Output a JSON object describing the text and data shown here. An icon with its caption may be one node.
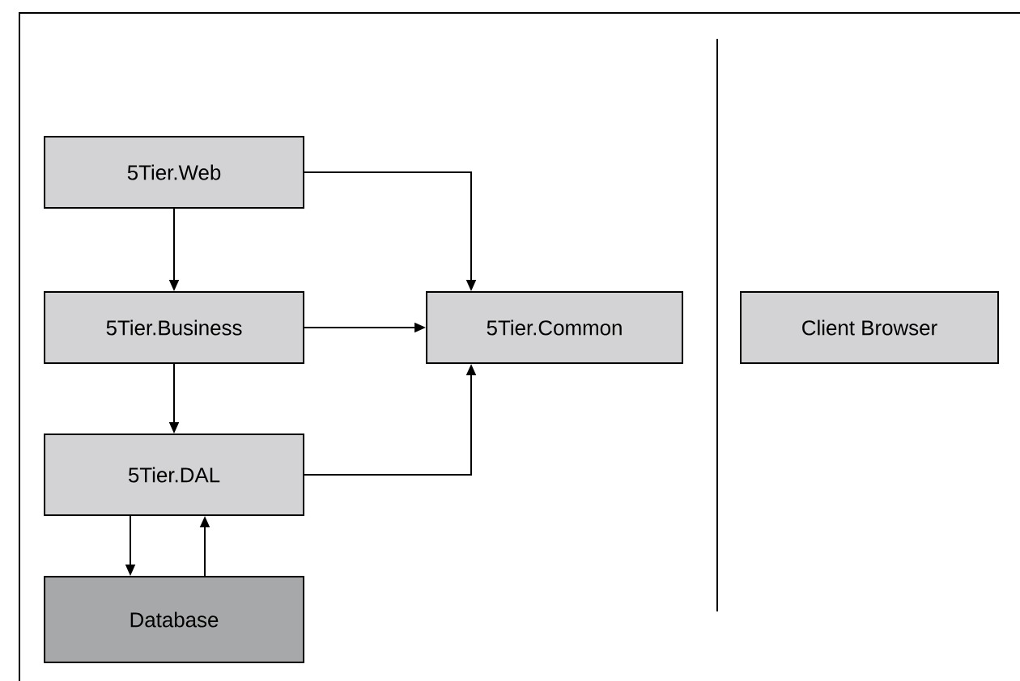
{
  "diagram": {
    "nodes": [
      {
        "text": [
          "5Tier.Web"
        ]
      },
      {
        "text": [
          "5Tier.Business"
        ]
      },
      {
        "text": [
          "5Tier.DAL"
        ]
      },
      {
        "text": [
          "Database"
        ]
      },
      {
        "text": [
          "5Tier.Common"
        ]
      },
      {
        "text": [
          "Client Browser"
        ]
      }
    ],
    "edges": [
      {
        "from": 0,
        "to": 1,
        "arrow": "to"
      },
      {
        "from": 0,
        "to": 4,
        "arrow": "to"
      },
      {
        "from": 1,
        "to": 4,
        "arrow": "to"
      },
      {
        "from": 1,
        "to": 2,
        "arrow": "to"
      },
      {
        "from": 2,
        "to": 3,
        "arrow": "to"
      },
      {
        "from": 3,
        "to": 2,
        "arrow": "to"
      },
      {
        "from": 2,
        "to": 4,
        "arrow": "to"
      }
    ]
  }
}
